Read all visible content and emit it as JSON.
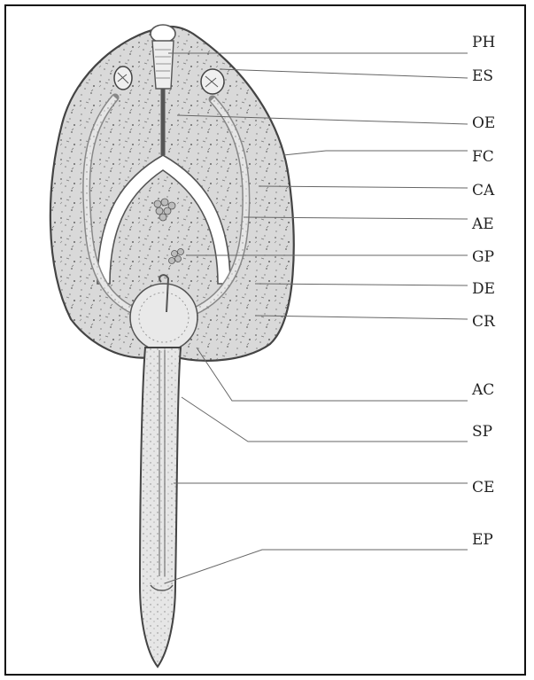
{
  "labels": [
    {
      "key": "ph",
      "text": "PH"
    },
    {
      "key": "es",
      "text": "ES"
    },
    {
      "key": "oe",
      "text": "OE"
    },
    {
      "key": "fc",
      "text": "FC"
    },
    {
      "key": "ca",
      "text": "CA"
    },
    {
      "key": "ae",
      "text": "AE"
    },
    {
      "key": "gp",
      "text": "GP"
    },
    {
      "key": "de",
      "text": "DE"
    },
    {
      "key": "cr",
      "text": "CR"
    },
    {
      "key": "ac",
      "text": "AC"
    },
    {
      "key": "sp",
      "text": "SP"
    },
    {
      "key": "ce",
      "text": "CE"
    },
    {
      "key": "ep",
      "text": "EP"
    }
  ]
}
